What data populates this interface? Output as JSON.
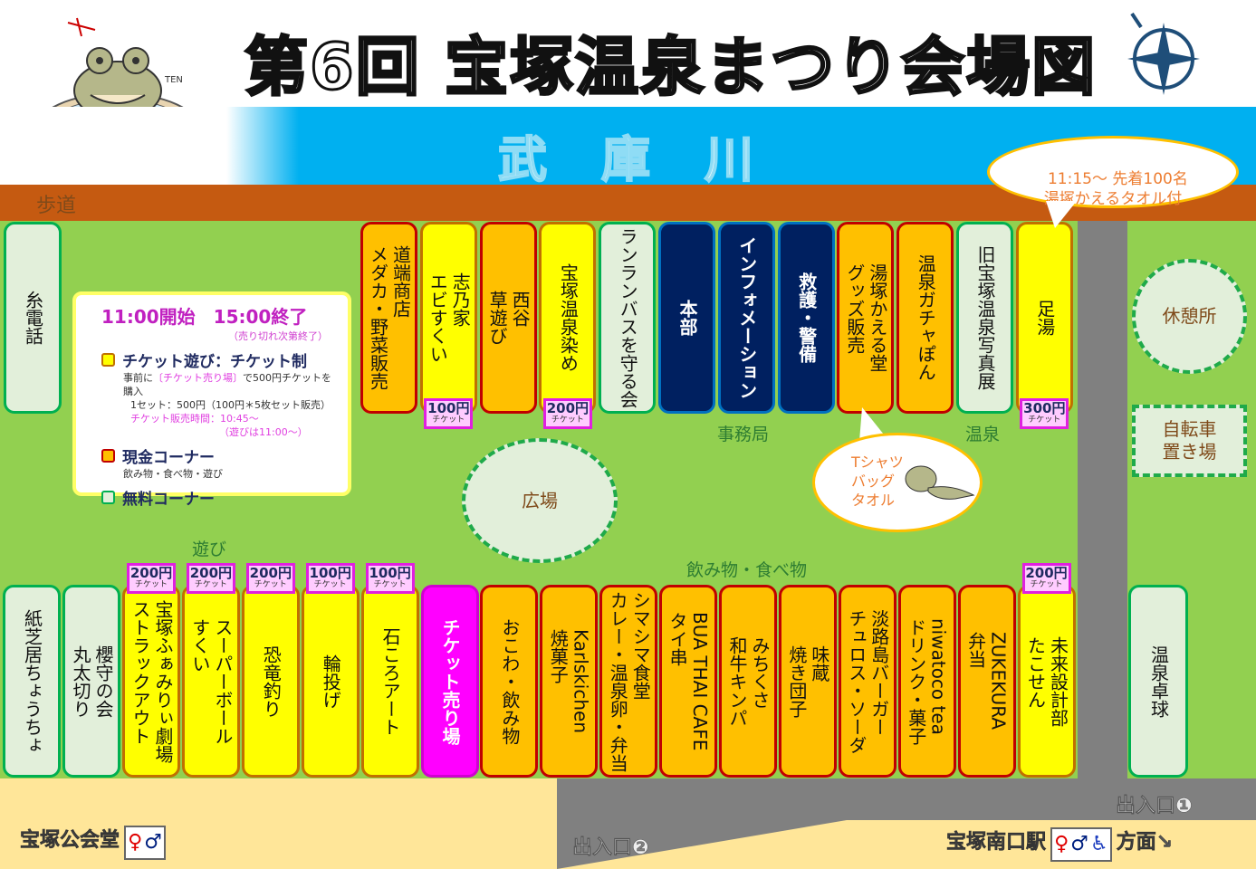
{
  "title": "第6回 宝塚温泉まつり会場図",
  "river": "武庫川",
  "walkway": "歩道",
  "colors": {
    "food": "#ffc000",
    "ticket_play": "#ffff00",
    "free": "#e2efda",
    "office": "#002060",
    "ticket_booth": "#ff00ff",
    "grass": "#92d050"
  },
  "legend": {
    "hours": "11:00開始　15:00終了",
    "sold_out": "（売り切れ次第終了）",
    "ticket_title": "チケット遊び：チケット制",
    "ticket_note1_a": "事前に",
    "ticket_note1_b": "〔チケット売り場〕",
    "ticket_note1_c": "で500円チケットを購入",
    "ticket_note2": "1セット：500円（100円＊5枚セット販売）",
    "ticket_time": "チケット販売時間：10:45～",
    "play_time": "（遊びは11:00～）",
    "cash_title": "現金コーナー",
    "cash_note": "飲み物・食べ物・遊び",
    "free_title": "無料コーナー"
  },
  "ticket_unit": "チケット",
  "top_stalls": [
    {
      "label": "道端商店\nメダカ・野菜販売",
      "type": "orange"
    },
    {
      "label": "志乃家\nエビすくい",
      "type": "yellow",
      "price": "100円"
    },
    {
      "label": "西谷\n草遊び",
      "type": "orange"
    },
    {
      "label": "宝塚温泉染め",
      "type": "yellow",
      "price": "200円"
    },
    {
      "label": "ランランバスを守る会",
      "type": "free"
    },
    {
      "label": "本部",
      "type": "hq"
    },
    {
      "label": "インフォメーション",
      "type": "hq"
    },
    {
      "label": "救護・警備",
      "type": "hq"
    },
    {
      "label": "湯塚かえる堂\nグッズ販売",
      "type": "orange"
    },
    {
      "label": "温泉ガチャぽん",
      "type": "orange"
    },
    {
      "label": "旧宝塚温泉写真展",
      "type": "free"
    },
    {
      "label": "足湯",
      "type": "yellow",
      "price": "300円"
    }
  ],
  "left_top_stall": {
    "label": "糸電話",
    "type": "free"
  },
  "bottom_stalls": [
    {
      "label": "紙芝居ちょうちょ",
      "type": "free"
    },
    {
      "label": "櫻守の会\n丸太切り",
      "type": "free"
    },
    {
      "label": "宝塚ふぁみりぃ劇場\nストラックアウト",
      "type": "yellow",
      "price": "200円"
    },
    {
      "label": "スーパーボール\nすくい",
      "type": "yellow",
      "price": "200円"
    },
    {
      "label": "恐竜釣り",
      "type": "yellow",
      "price": "200円"
    },
    {
      "label": "輪投げ",
      "type": "yellow",
      "price": "100円"
    },
    {
      "label": "石ころアート",
      "type": "yellow",
      "price": "100円"
    },
    {
      "label": "チケット売り場",
      "type": "ticket-booth"
    },
    {
      "label": "おこわ・飲み物",
      "type": "orange"
    },
    {
      "label": "Karlskichen\n焼菓子",
      "type": "orange"
    },
    {
      "label": "シマシマ食堂\nカレー・温泉卵・弁当",
      "type": "orange"
    },
    {
      "label": "BUA THAI CAFE\nタイ串",
      "type": "orange"
    },
    {
      "label": "みちくさ\n和牛キンパ",
      "type": "orange"
    },
    {
      "label": "味蔵\n焼き団子",
      "type": "orange"
    },
    {
      "label": "淡路島バーガー\nチュロス・ソーダ",
      "type": "orange"
    },
    {
      "label": "niwatoco tea\nドリンク・菓子",
      "type": "orange"
    },
    {
      "label": "ZUKEKURA\n弁当",
      "type": "orange"
    },
    {
      "label": "未来設計部\nたこせん",
      "type": "yellow",
      "price": "200円"
    }
  ],
  "right_stall": {
    "label": "温泉卓球",
    "type": "free"
  },
  "zones": {
    "office": "事務局",
    "onsen": "温泉",
    "play": "遊び",
    "food": "飲み物・食べ物"
  },
  "plaza": "広場",
  "rest_area": "休憩所",
  "bike_parking": "自転車\n置き場",
  "bubble_footbath": "11:15～ 先着100名\n湯塚かえるタオル付",
  "bubble_goods": "Tシャツ\nバッグ\nタオル",
  "frog_sign": "TEN",
  "entrance1": "出入口❶",
  "entrance2": "出入口❷",
  "hall": "宝塚公会堂",
  "station": "宝塚南口駅",
  "direction": "方面↘"
}
